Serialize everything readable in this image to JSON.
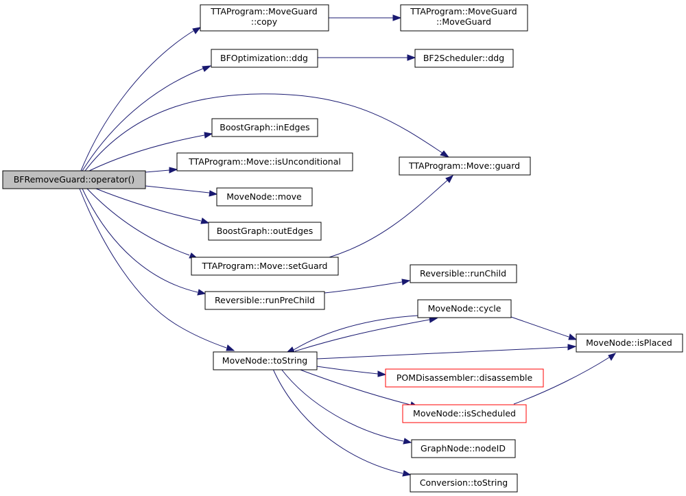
{
  "colors": {
    "edge": "#191970",
    "node_border": "#000000",
    "node_border_red": "#ff0000",
    "root_fill": "#bfbfbf",
    "node_fill": "#ffffff"
  },
  "nodes": {
    "root": "BFRemoveGuard::operator()",
    "moveguard_copy": [
      "TTAProgram::MoveGuard",
      "::copy"
    ],
    "moveguard_ctor": [
      "TTAProgram::MoveGuard",
      "::MoveGuard"
    ],
    "bfopt_ddg": "BFOptimization::ddg",
    "bf2_ddg": "BF2Scheduler::ddg",
    "inedges": "BoostGraph::inEdges",
    "isunconditional": "TTAProgram::Move::isUnconditional",
    "move_guard": "TTAProgram::Move::guard",
    "movenode_move": "MoveNode::move",
    "outedges": "BoostGraph::outEdges",
    "setguard": "TTAProgram::Move::setGuard",
    "runchild": "Reversible::runChild",
    "runprechild": "Reversible::runPreChild",
    "cycle": "MoveNode::cycle",
    "isplaced": "MoveNode::isPlaced",
    "tostring": "MoveNode::toString",
    "disassemble": "POMDisassembler::disassemble",
    "isscheduled": "MoveNode::isScheduled",
    "nodeid": "GraphNode::nodeID",
    "conv_tostring": "Conversion::toString"
  }
}
